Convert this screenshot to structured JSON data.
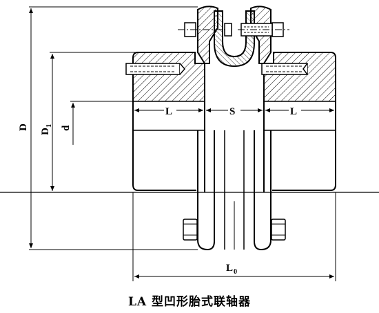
{
  "caption": "LA 型凹形胎式联轴器",
  "labels": {
    "D": "D",
    "D1": "D",
    "D1_sub": "1",
    "d": "d",
    "L_left": "L",
    "S": "S",
    "L_right": "L",
    "L0": "L",
    "L0_sub": "0"
  }
}
